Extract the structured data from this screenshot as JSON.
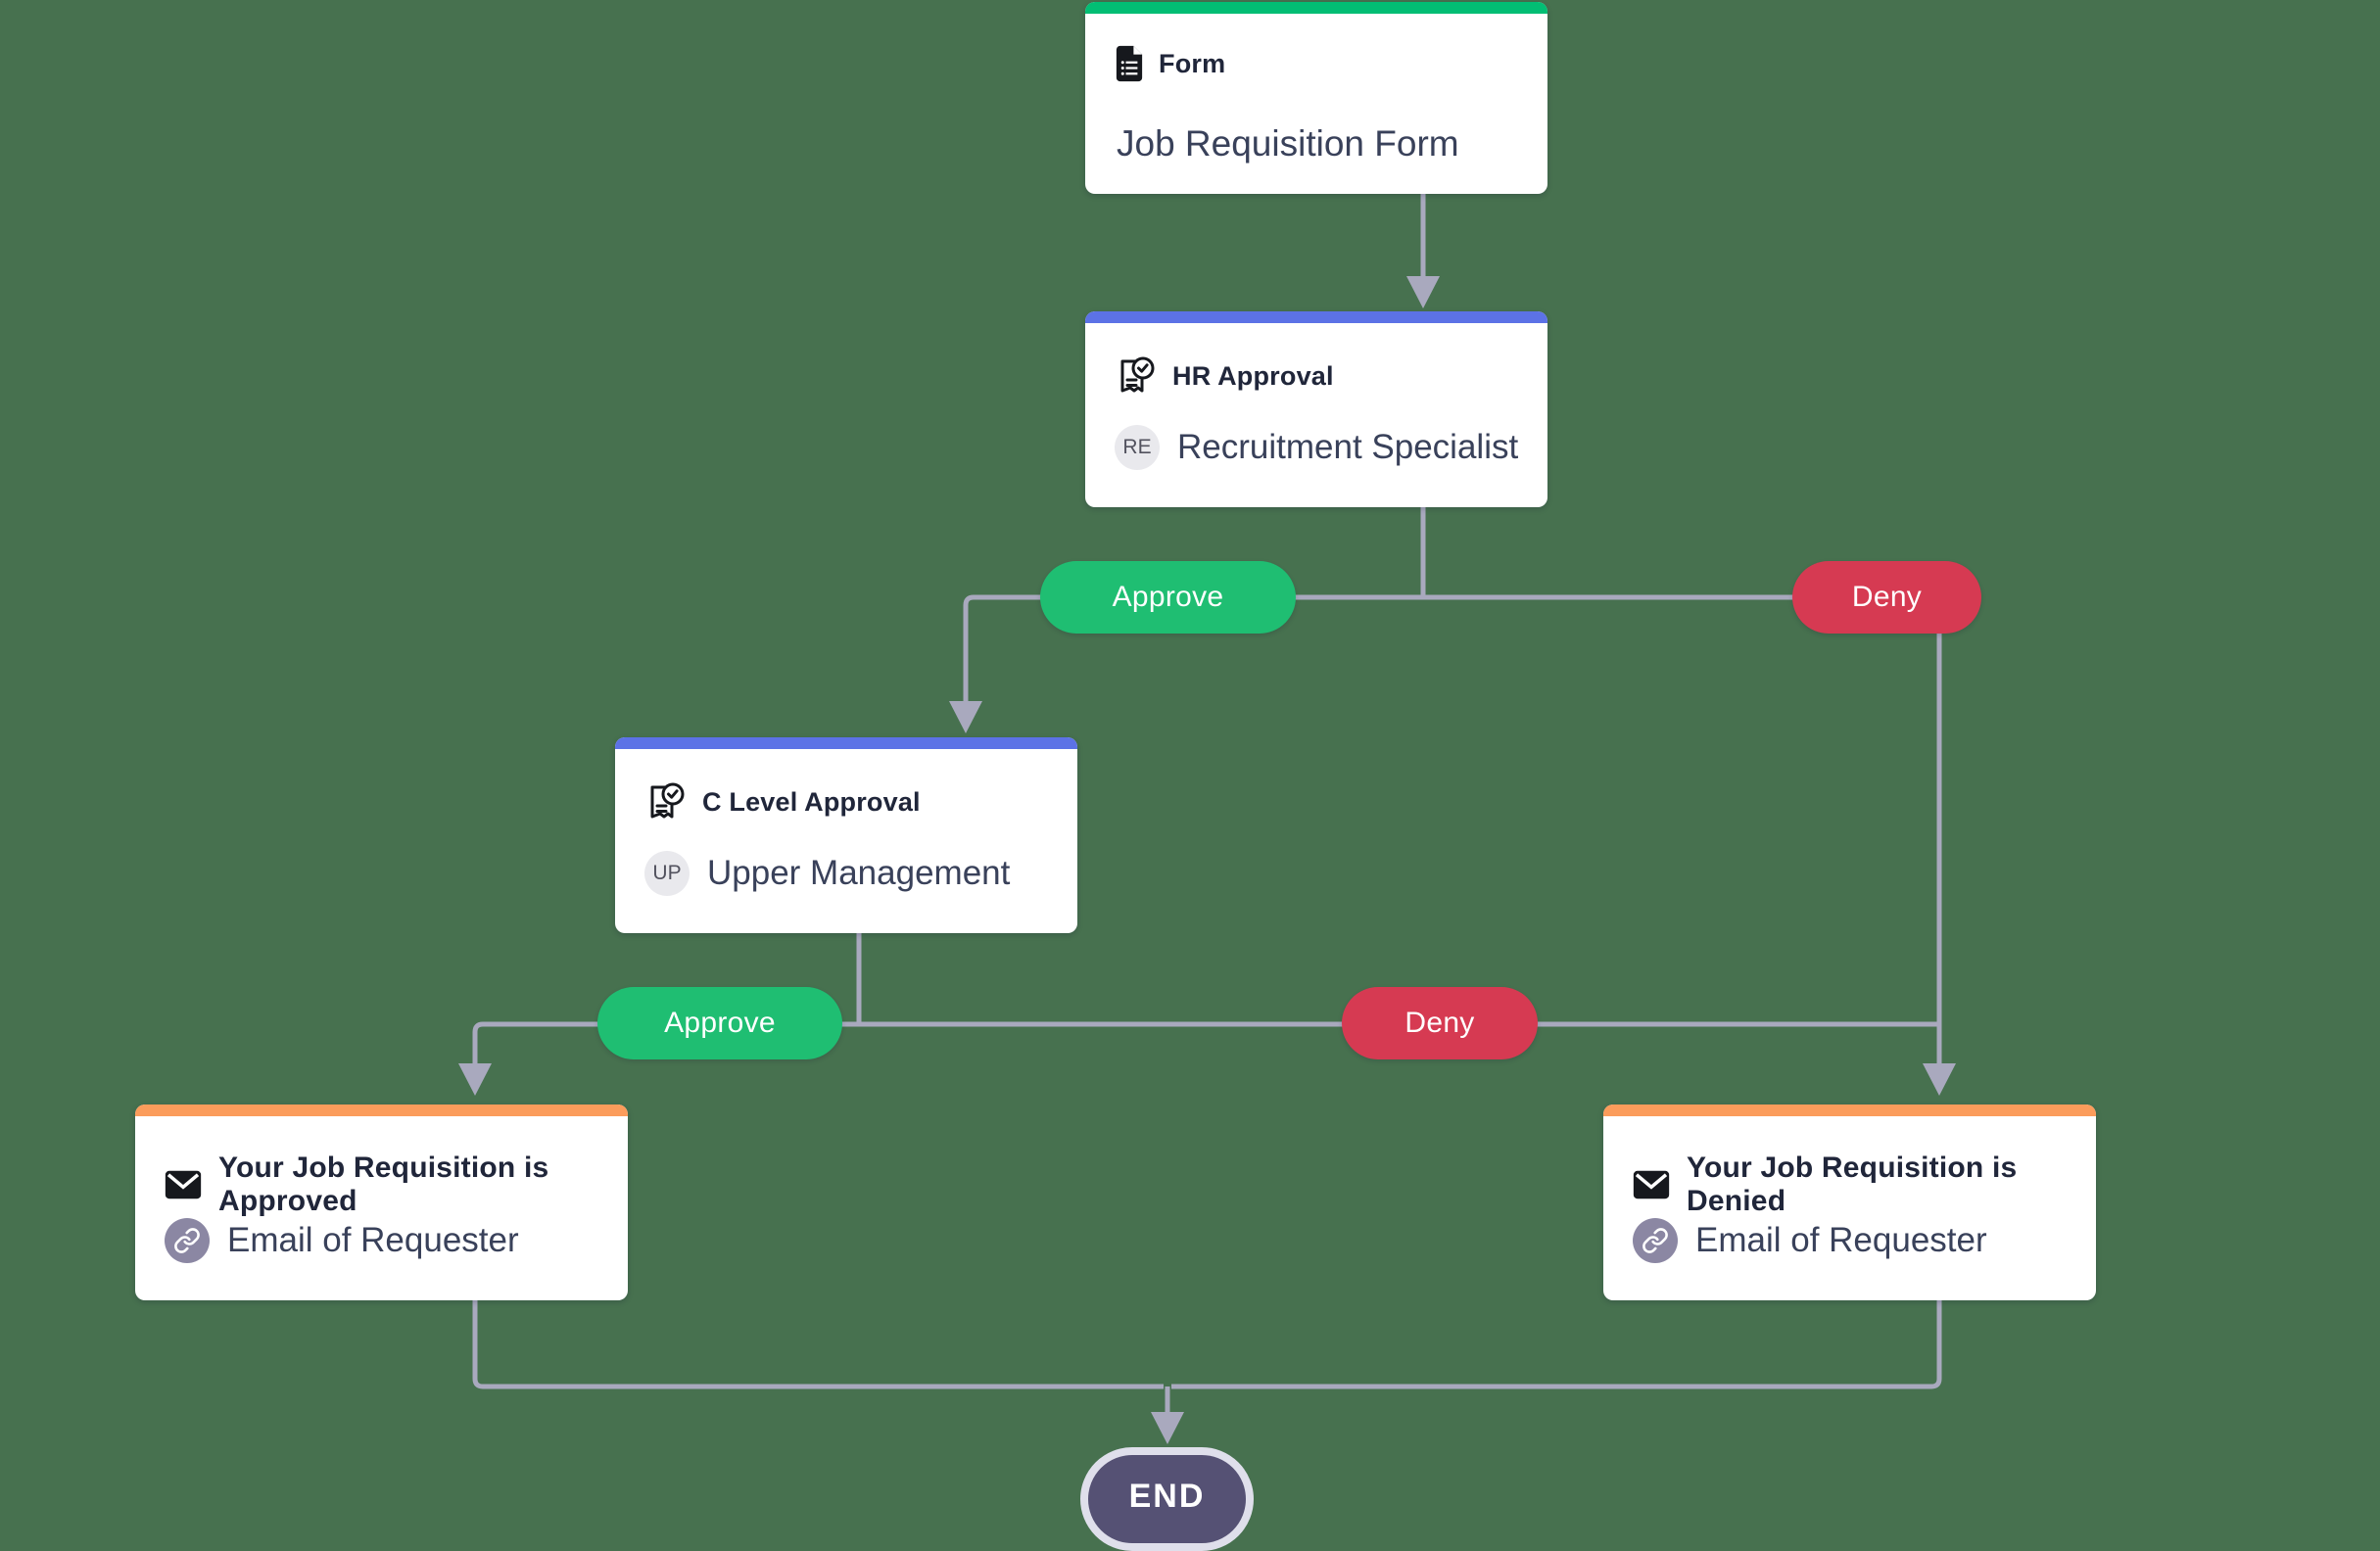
{
  "app": {
    "background_color": "#47714F",
    "connector_color": "#A9A9BE"
  },
  "flow": {
    "nodes": {
      "form": {
        "type_label": "Form",
        "title": "Job Requisition Form",
        "accent_color": "#02BE74",
        "icon": "document-icon"
      },
      "hr_approval": {
        "type_label": "HR Approval",
        "assignee": "Recruitment Specialist",
        "assignee_initials": "RE",
        "accent_color": "#5C72E6",
        "icon": "approval-icon"
      },
      "c_level_approval": {
        "type_label": "C Level Approval",
        "assignee": "Upper Management",
        "assignee_initials": "UP",
        "accent_color": "#5C72E6",
        "icon": "approval-icon"
      },
      "approved_email": {
        "title": "Your Job Requisition is Approved",
        "assignee": "Email of Requester",
        "accent_color": "#FB9C5B",
        "icon": "envelope-icon",
        "assignee_icon": "link-icon"
      },
      "denied_email": {
        "title": "Your Job Requisition is Denied",
        "assignee": "Email of Requester",
        "accent_color": "#FB9C5B",
        "icon": "envelope-icon",
        "assignee_icon": "link-icon"
      },
      "end": {
        "label": "END",
        "fill_color": "#555174",
        "ring_color": "#DFDFEB"
      }
    },
    "edge_labels": {
      "hr_approve": "Approve",
      "hr_deny": "Deny",
      "clevel_approve": "Approve",
      "clevel_deny": "Deny"
    },
    "edge_label_colors": {
      "approve": "#1FBE72",
      "deny": "#D63A52"
    }
  }
}
